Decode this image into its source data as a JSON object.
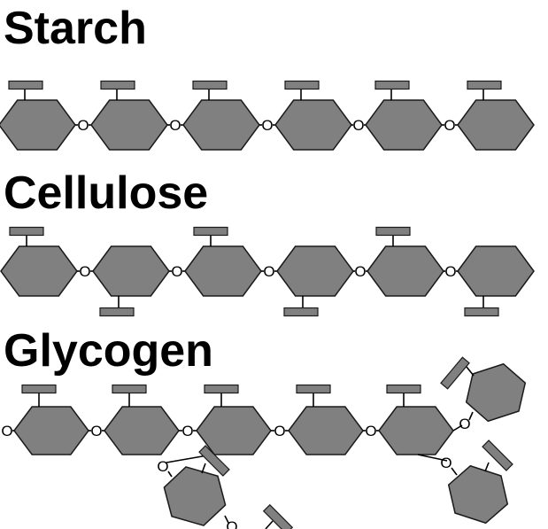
{
  "titles": {
    "starch": "Starch",
    "cellulose": "Cellulose",
    "glycogen": "Glycogen"
  },
  "linkage_label": "O",
  "colors": {
    "ring_fill": "#808080",
    "ring_stroke": "#1a1a1a",
    "bond": "#000000",
    "text": "#000000",
    "background": "#ffffff"
  },
  "polymers": [
    {
      "name": "starch",
      "units": 6,
      "side_groups": "all-up"
    },
    {
      "name": "cellulose",
      "units": 6,
      "side_groups": "alternating"
    },
    {
      "name": "glycogen",
      "units": 9,
      "side_groups": "branched"
    }
  ]
}
